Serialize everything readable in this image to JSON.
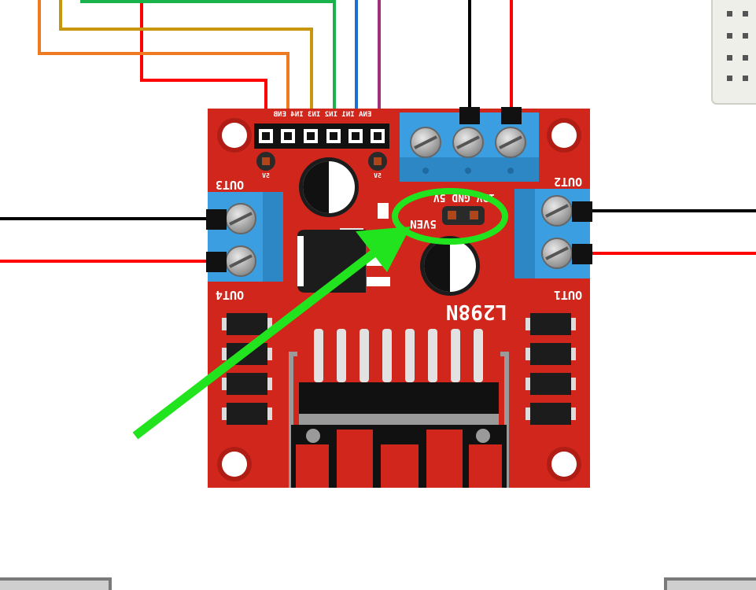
{
  "board": {
    "chip": "L298N",
    "jumper_label": "5VEN",
    "out1": "OUT1",
    "out2": "OUT2",
    "out3": "OUT3",
    "out4": "OUT4",
    "power_labels": "12V GND 5V",
    "header_pins": "ENA IN1 IN2 IN3 IN4 ENB",
    "reg_label": "5V",
    "colors": {
      "pcb": "#d0261c",
      "terminal": "#3a9ee0",
      "highlight": "#22e41e"
    }
  },
  "wires": {
    "colors": [
      "#ff0000",
      "#ef7a22",
      "#c8960c",
      "#1ab24a",
      "#1a6fd0",
      "#a0307a",
      "#000000"
    ]
  }
}
